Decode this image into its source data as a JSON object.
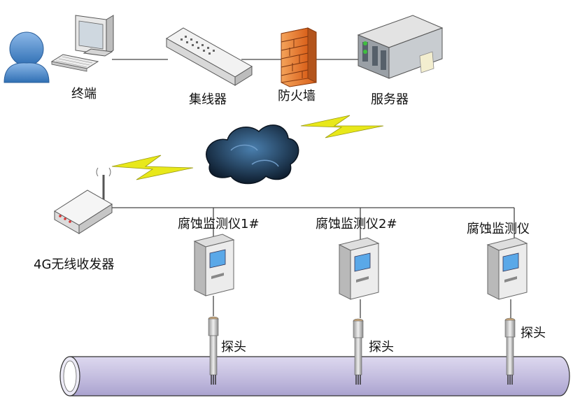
{
  "labels": {
    "terminal": "终端",
    "hub": "集线器",
    "firewall": "防火墙",
    "server": "服务器",
    "wireless_tx": "4G无线收发器",
    "monitor1": "腐蚀监测仪1#",
    "monitor2": "腐蚀监测仪2#",
    "monitor3": "腐蚀监测仪",
    "probe1": "探头",
    "probe2": "探头",
    "probe3": "探头"
  },
  "colors": {
    "user_icon": "#3d7fc1",
    "firewall": "#e87a2c",
    "lightning": "#e8e81a",
    "cloud": "#1e3a5a",
    "pipe": "#c9c3e3",
    "monitor_screen": "#5aa8e8",
    "device_body": "#e6e6e6"
  }
}
